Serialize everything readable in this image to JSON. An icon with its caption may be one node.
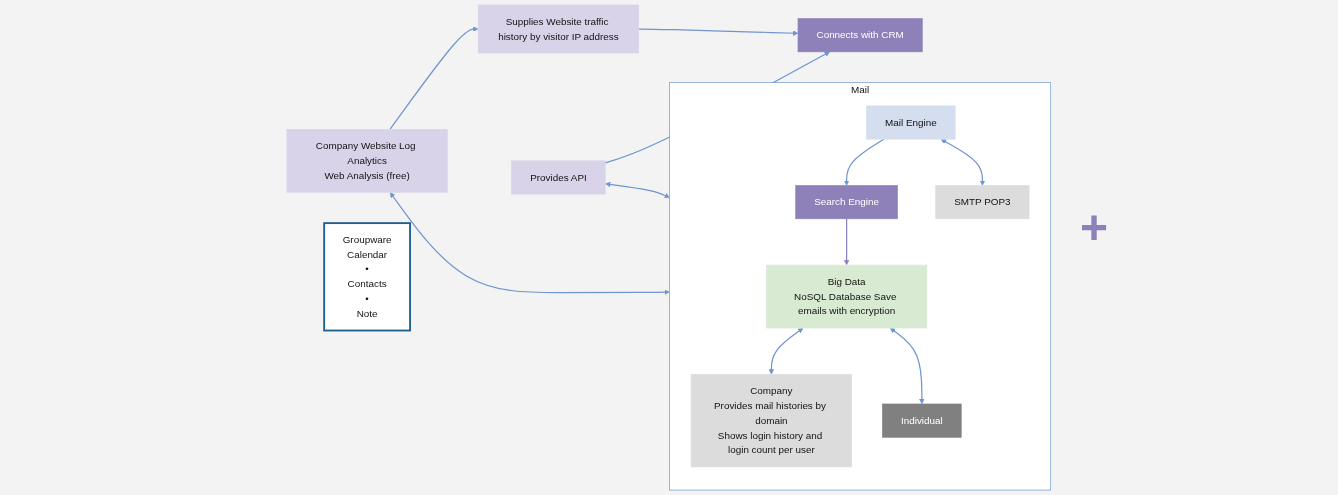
{
  "diagram": {
    "nodes": [
      {
        "text": [
          "Company Website Log Analytics",
          "Web Analysis (free)"
        ]
      },
      {
        "text": [
          "Supplies Website traffic history by visitor IP address"
        ]
      },
      {
        "text": [
          "Connects with CRM"
        ]
      },
      {
        "text": [
          "Provides API"
        ]
      },
      {
        "text": [
          "Mail"
        ]
      },
      {
        "text": [
          "Big Data",
          "NoSQL Database Save emails with encryption"
        ],
        "in": 4
      },
      {
        "text": [
          "Search Engine"
        ],
        "in": 4
      },
      {
        "text": [
          "Mail Engine"
        ],
        "in": 4
      },
      {
        "text": [
          "Company",
          "Provides mail histories by domain",
          "Shows login history and login count per user"
        ],
        "in": 4
      },
      {
        "text": [
          "Individual"
        ],
        "in": 4
      },
      {
        "text": [
          "SMTP POP3"
        ],
        "in": 4
      },
      {
        "text": [
          "Groupware",
          "Calendar",
          "•",
          "Contacts",
          "•",
          "Note"
        ]
      }
    ],
    "edges": [
      {
        "from": 0,
        "to": 1,
        "arrow": "to"
      },
      {
        "from": 1,
        "to": 2,
        "arrow": "to"
      },
      {
        "from": 3,
        "to": 2,
        "arrow": "to"
      },
      {
        "from": 0,
        "to": 4,
        "arrow": "both"
      },
      {
        "from": 3,
        "to": 4,
        "arrow": "both"
      },
      {
        "from": 6,
        "to": 5,
        "arrow": "to",
        "color": "#8e80b8"
      },
      {
        "from": 7,
        "to": 6,
        "arrow": "to"
      },
      {
        "from": 5,
        "to": 8,
        "arrow": "both"
      },
      {
        "from": 5,
        "to": 9,
        "arrow": "both"
      },
      {
        "from": 7,
        "to": 10,
        "arrow": "both"
      }
    ],
    "labels": [
      "+"
    ]
  }
}
